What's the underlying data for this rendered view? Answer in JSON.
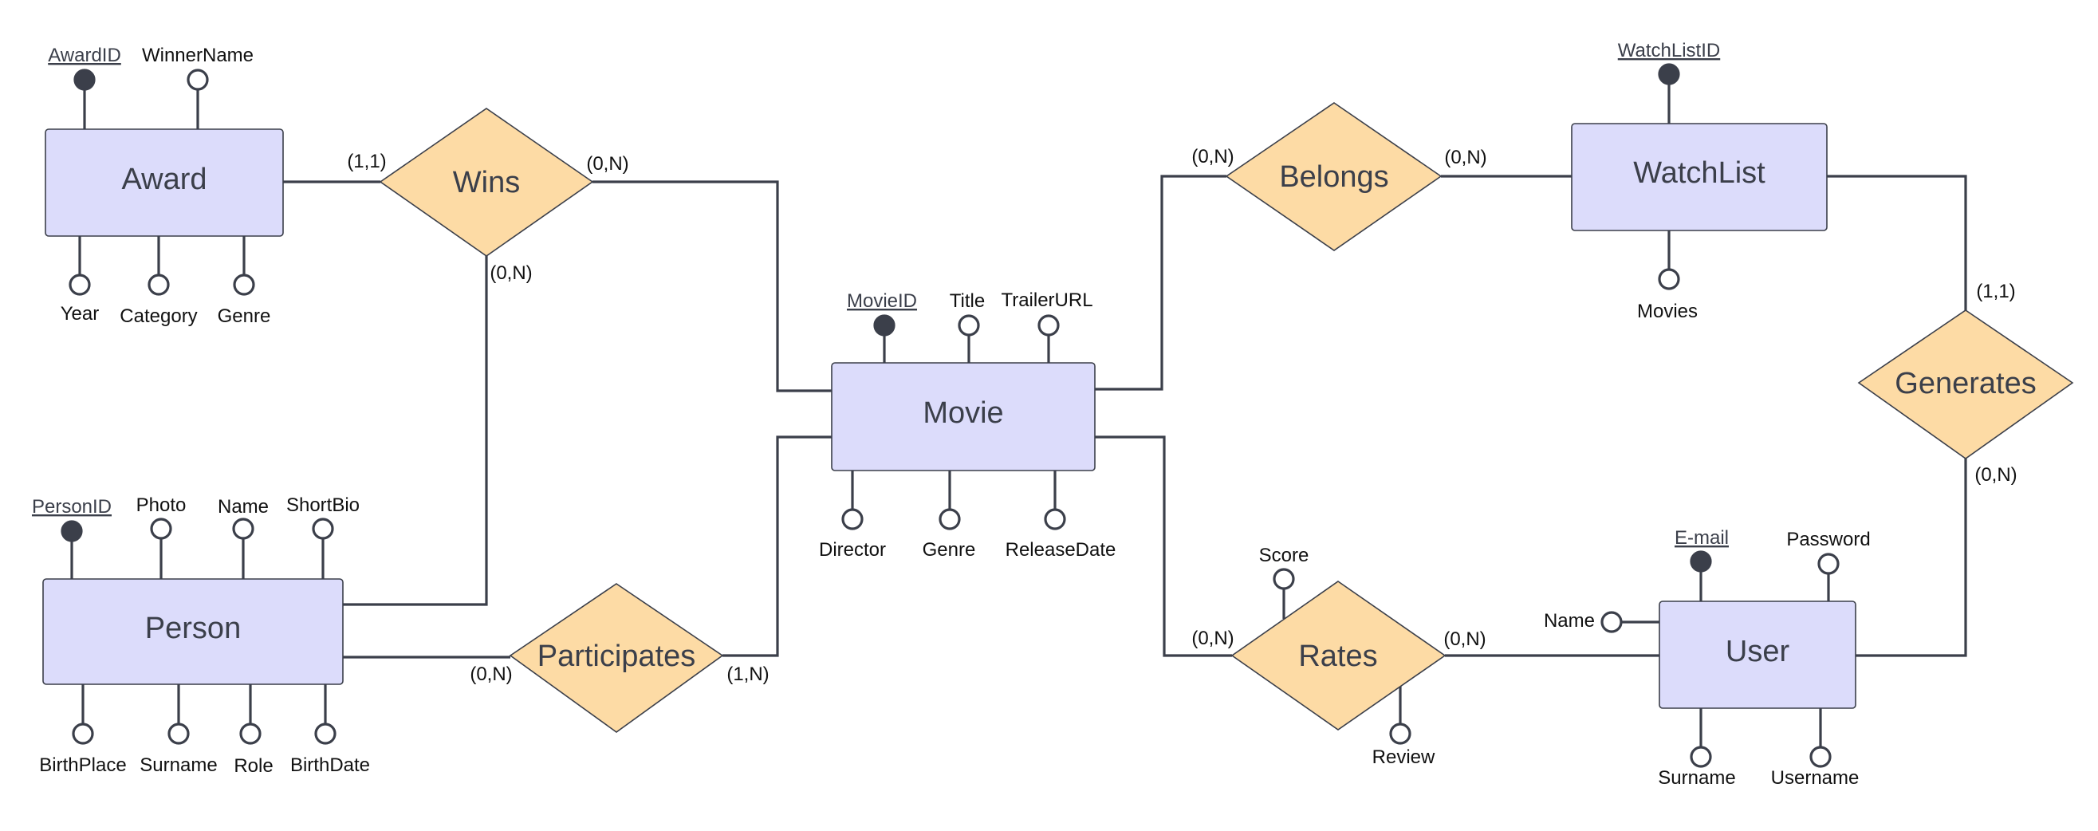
{
  "entities": {
    "award": "Award",
    "person": "Person",
    "movie": "Movie",
    "watchlist": "WatchList",
    "user": "User"
  },
  "relationships": {
    "wins": "Wins",
    "participates": "Participates",
    "belongs": "Belongs",
    "generates": "Generates",
    "rates": "Rates"
  },
  "attributes": {
    "award": {
      "awardid": "AwardID",
      "winnername": "WinnerName",
      "year": "Year",
      "category": "Category",
      "genre": "Genre"
    },
    "person": {
      "personid": "PersonID",
      "photo": "Photo",
      "name": "Name",
      "shortbio": "ShortBio",
      "birthplace": "BirthPlace",
      "surname": "Surname",
      "role": "Role",
      "birthdate": "BirthDate"
    },
    "movie": {
      "movieid": "MovieID",
      "title": "Title",
      "trailerurl": "TrailerURL",
      "director": "Director",
      "genre": "Genre",
      "releasedate": "ReleaseDate"
    },
    "watchlist": {
      "watchlistid": "WatchListID",
      "movies": "Movies"
    },
    "user": {
      "email": "E-mail",
      "password": "Password",
      "name": "Name",
      "surname": "Surname",
      "username": "Username"
    },
    "rates": {
      "score": "Score",
      "review": "Review"
    }
  },
  "cardinalities": {
    "award_wins": "(1,1)",
    "wins_movie": "(0,N)",
    "wins_person": "(0,N)",
    "person_participates": "(0,N)",
    "participates_movie": "(1,N)",
    "movie_belongs": "(0,N)",
    "belongs_watchlist": "(0,N)",
    "watchlist_generates": "(1,1)",
    "generates_user": "(0,N)",
    "movie_rates": "(0,N)",
    "rates_user": "(0,N)"
  },
  "colors": {
    "entity_fill": "#dcdcfb",
    "relationship_fill": "#fddba5",
    "line": "#3b3f4a"
  }
}
